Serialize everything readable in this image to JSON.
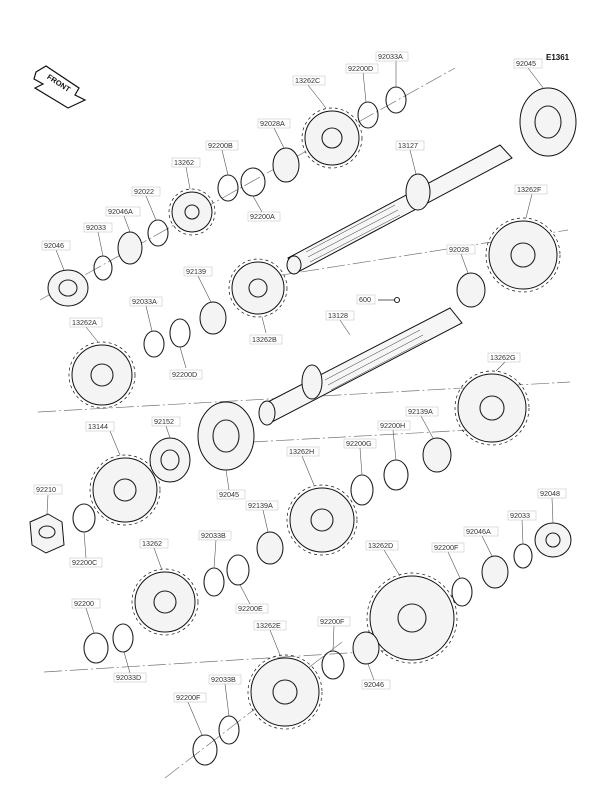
{
  "figure_id": "E1361",
  "front_label": "FRONT",
  "callouts": {
    "p92033A_top": "92033A",
    "p92200D_top": "92200D",
    "p13262C": "13262C",
    "p92045_top": "92045",
    "p92028A": "92028A",
    "p13127": "13127",
    "p92200B": "92200B",
    "p13262": "13262",
    "p92022": "92022",
    "p92200A": "92200A",
    "p13262F": "13262F",
    "p92046A": "92046A",
    "p92033": "92033",
    "p92046": "92046",
    "p92139": "92139",
    "p92028": "92028",
    "p92033A_mid": "92033A",
    "p13262B": "13262B",
    "p600": "600",
    "p13128": "13128",
    "p13262A": "13262A",
    "p92200D_mid": "92200D",
    "p13262G": "13262G",
    "p92152": "92152",
    "p13144": "13144",
    "p92200H": "92200H",
    "p92139A": "92139A",
    "p92200G": "92200G",
    "p92045_mid": "92045",
    "p13262H": "13262H",
    "p92210": "92210",
    "p92139A_low": "92139A",
    "p92048": "92048",
    "p92033B": "92033B",
    "p92033_low": "92033",
    "p92046A_low": "92046A",
    "p92200C": "92200C",
    "p13262_low": "13262",
    "p13262D": "13262D",
    "p92200F_right": "92200F",
    "p92200E": "92200E",
    "p92200": "92200",
    "p13262E": "13262E",
    "p92200F_mid": "92200F",
    "p92033D": "92033D",
    "p92033B_low": "92033B",
    "p92046_low": "92046",
    "p92200F_low": "92200F"
  }
}
